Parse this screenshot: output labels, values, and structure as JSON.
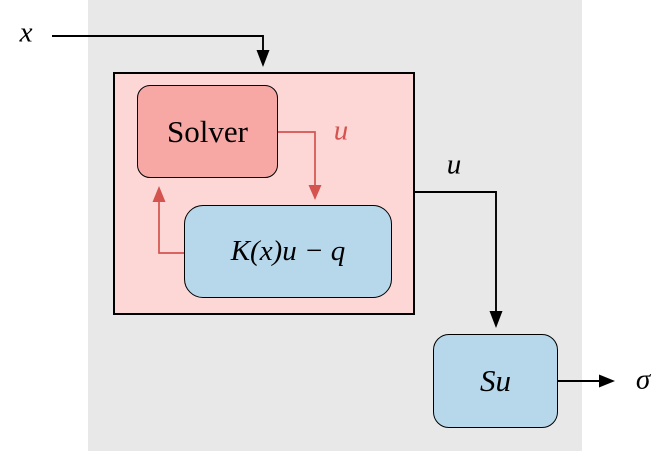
{
  "colors": {
    "background": "#ffffff",
    "panel_gray": "#e8e8e8",
    "group_fill": "#fcd7d6",
    "solver_fill": "#f7a7a4",
    "blue_fill": "#b7d7ea",
    "red_accent": "#d4534f",
    "black": "#000000"
  },
  "diagram": {
    "input_label": "x",
    "solver_label": "Solver",
    "residual_label": "K(x)u − q",
    "loop_u_label": "u",
    "output_u_label": "u",
    "stress_box_label": "Su",
    "stress_output_label": "σ"
  }
}
